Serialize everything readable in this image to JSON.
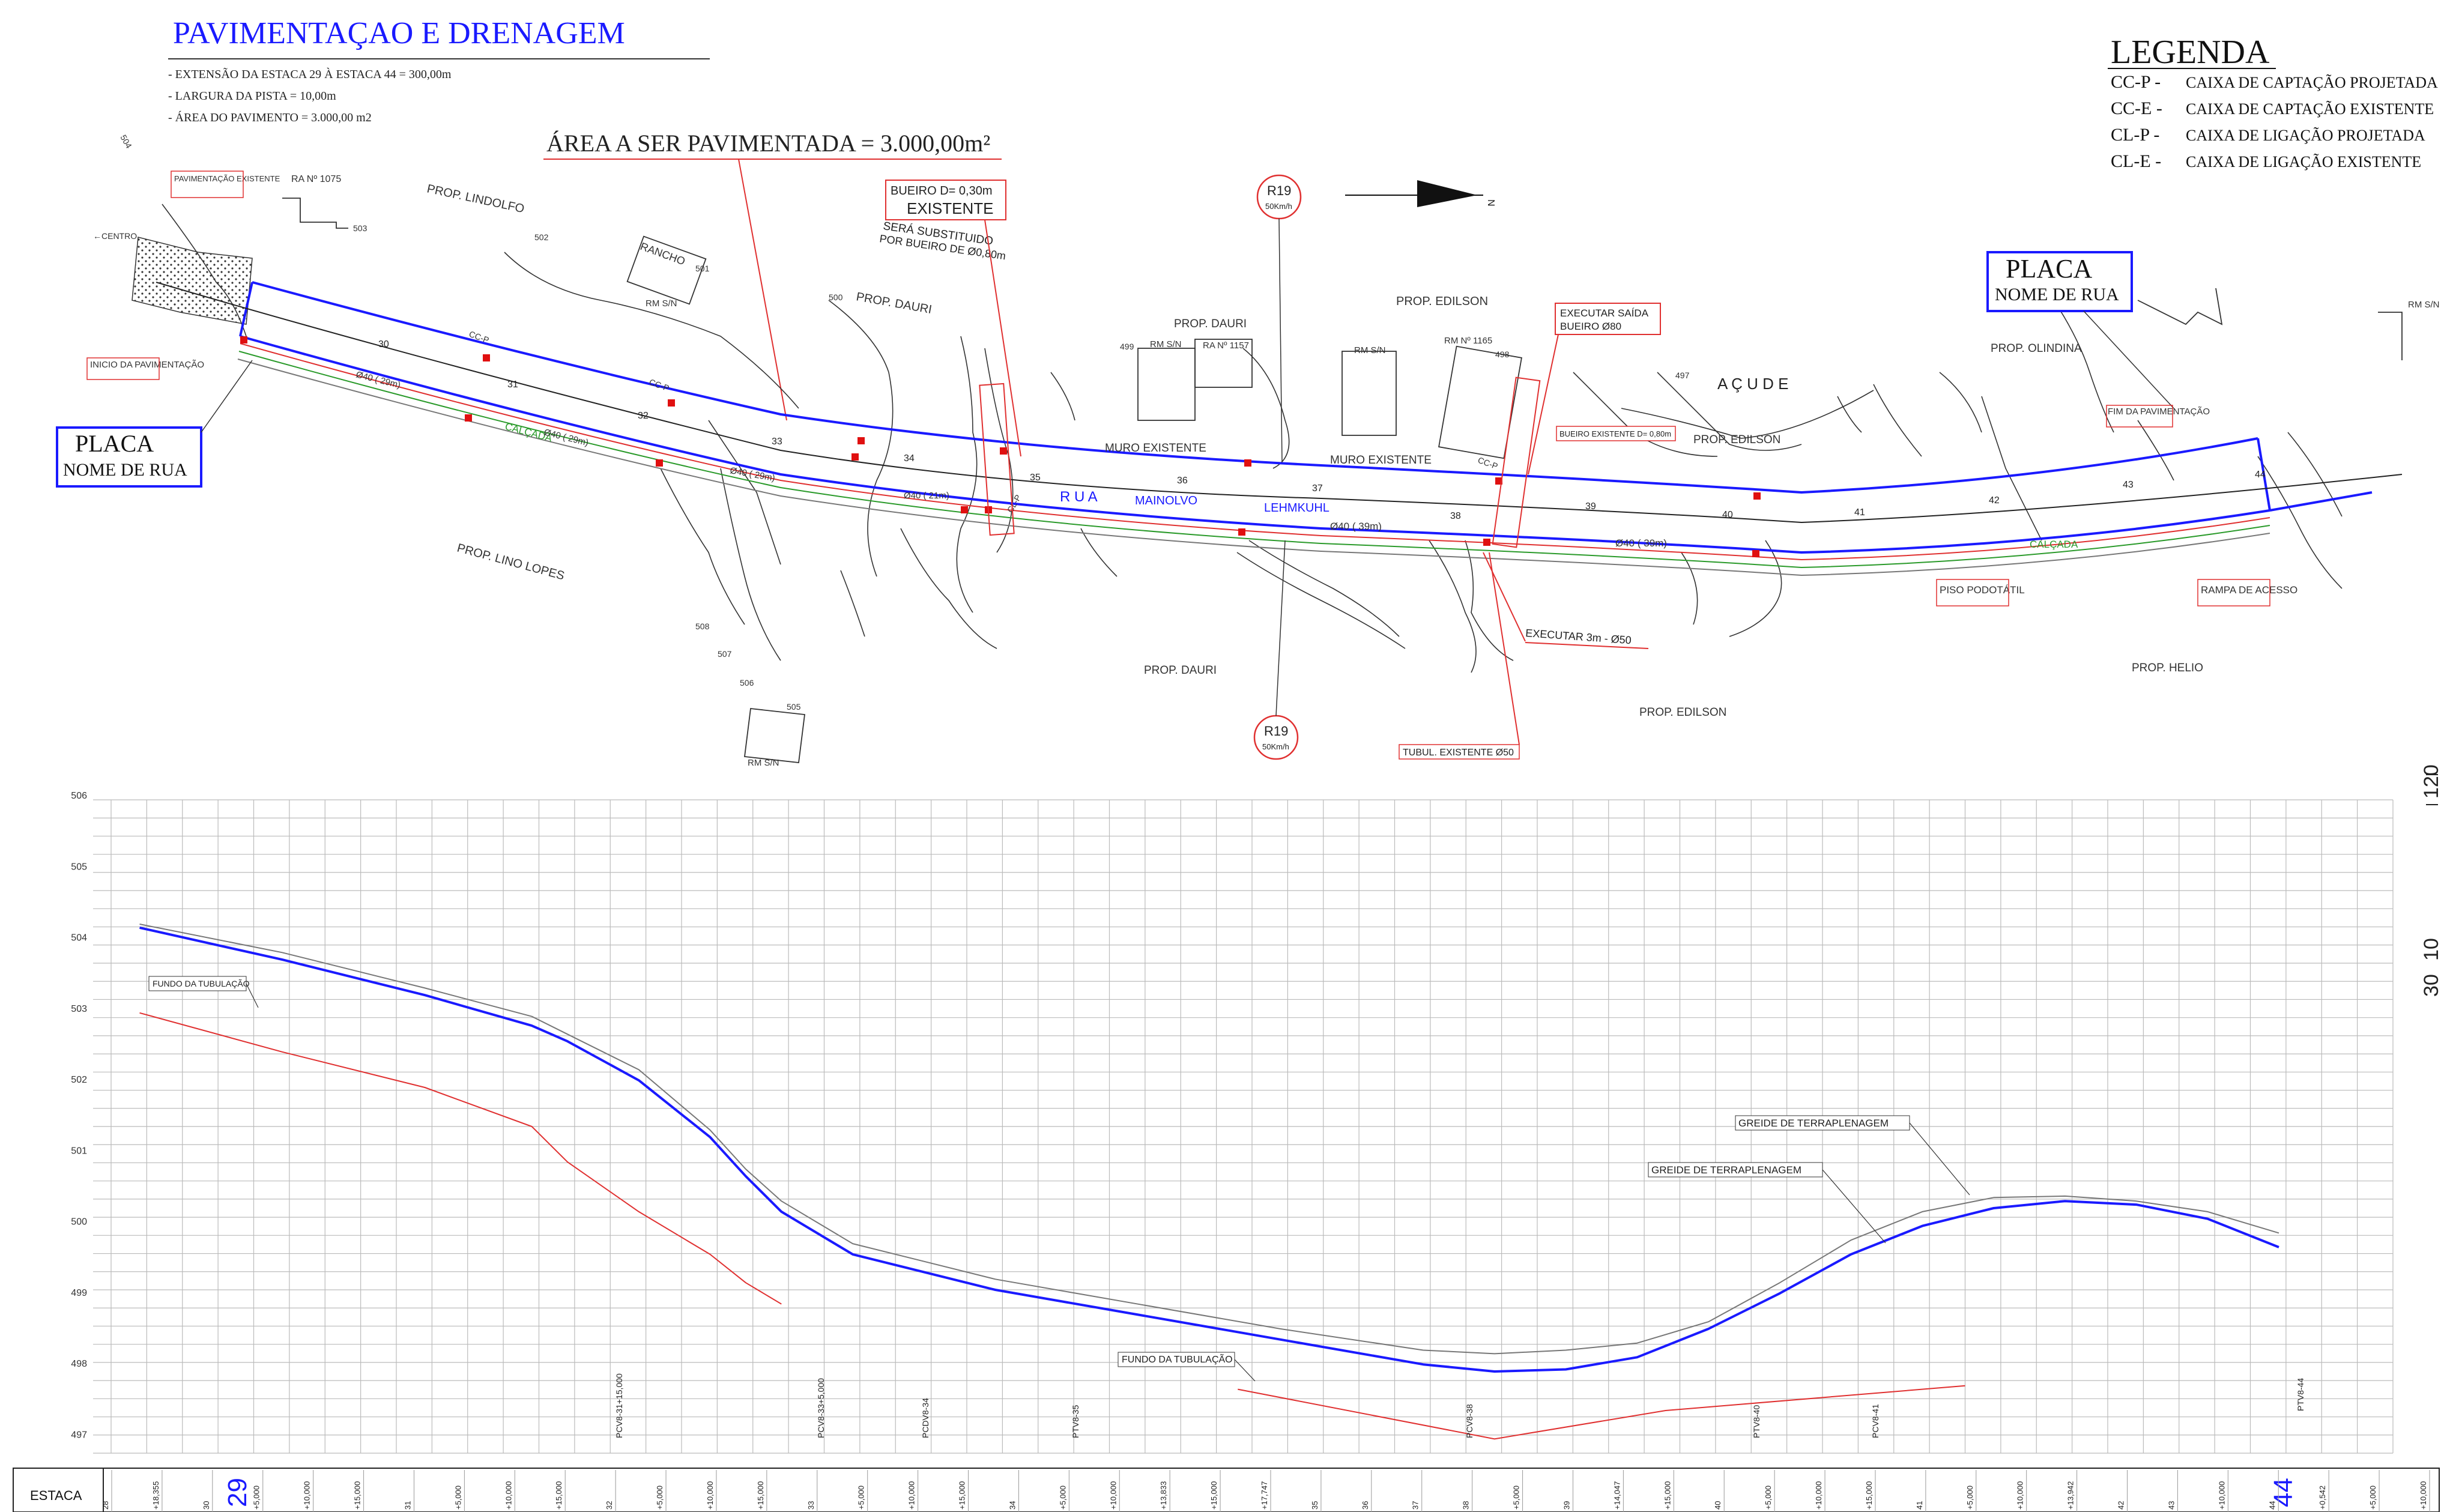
{
  "header": {
    "title": "PAVIMENTAÇAO E DRENAGEM",
    "notes": [
      "- EXTENSÃO DA ESTACA 29 À ESTACA 44 = 300,00m",
      "- LARGURA DA PISTA = 10,00m",
      "- ÁREA DO PAVIMENTO = 3.000,00 m2"
    ],
    "area_label": "ÁREA A SER PAVIMENTADA = 3.000,00m²"
  },
  "legend": {
    "title": "LEGENDA",
    "items": [
      {
        "code": "CC-P -",
        "desc": "CAIXA DE CAPTAÇÃO PROJETADA"
      },
      {
        "code": "CC-E -",
        "desc": "CAIXA DE CAPTAÇÃO EXISTENTE"
      },
      {
        "code": "CL-P -",
        "desc": "CAIXA DE LIGAÇÃO PROJETADA"
      },
      {
        "code": "CL-E -",
        "desc": "CAIXA DE LIGAÇÃO EXISTENTE"
      }
    ]
  },
  "plan": {
    "placa_title": "PLACA",
    "placa_sub": "NOME DE RUA",
    "sign_code": "R19",
    "sign_speed": "50Km/h",
    "north": "N",
    "street_parts": [
      "R U A",
      "MAINOLVO",
      "LEHMKUHL"
    ],
    "acude": "A Ç U D E",
    "labels": {
      "pav_existente": "PAVIMENTAÇÃO EXISTENTE",
      "inicio": "INICIO DA PAVIMENTAÇÃO",
      "fim": "FIM DA PAVIMENTAÇÃO",
      "centro": "←CENTRO",
      "ra1075": "RA Nº 1075",
      "prop_lindolfo": "PROP. LINDOLFO",
      "rancho": "RANCHO",
      "rm_sn": "RM S/N",
      "prop_dauri": "PROP. DAURI",
      "prop_edilson": "PROP. EDILSON",
      "prop_olindina": "PROP. OLINDINA",
      "prop_lino": "PROP. LINO LOPES",
      "prop_helio": "PROP. HELIO",
      "ra1157": "RA Nº 1157",
      "rm1165": "RM Nº 1165",
      "muro": "MURO EXISTENTE",
      "calcada": "CALÇADA",
      "piso": "PISO PODOTÁTIL",
      "rampa": "RAMPA DE ACESSO",
      "bueiro1": "BUEIRO D= 0,30m",
      "bueiro2": "EXISTENTE",
      "bueiro3": "SERÁ SUBSTITUIDO",
      "bueiro4": "POR BUEIRO DE Ø0,80m",
      "executar_saida1": "EXECUTAR SAÍDA",
      "executar_saida2": "BUEIRO Ø80",
      "bueiro_exist": "BUEIRO EXISTENTE D= 0,80m",
      "executar3m": "EXECUTAR 3m - Ø50",
      "tubul": "TUBUL. EXISTENTE Ø50",
      "pipe_d40_29": "Ø40 ( 29m)",
      "pipe_d40_21": "Ø40 ( 21m)",
      "pipe_d40_39": "Ø40 ( 39m)",
      "cc_p": "CC-P",
      "cl_p": "CL-P"
    },
    "stations": [
      "30",
      "31",
      "32",
      "33",
      "34",
      "35",
      "36",
      "37",
      "38",
      "39",
      "40",
      "41",
      "42",
      "43",
      "44"
    ],
    "contour_labels": [
      "504",
      "503",
      "502",
      "501",
      "500",
      "499",
      "498",
      "497",
      "505",
      "506",
      "507",
      "508"
    ]
  },
  "profile": {
    "elevations": [
      "506",
      "505",
      "504",
      "503",
      "502",
      "501",
      "500",
      "499",
      "498",
      "497"
    ],
    "labels": {
      "fundo": "FUNDO DA TUBULAÇÃO",
      "greide": "GREIDE DE TERRAPLENAGEM"
    },
    "vertical_labels": [
      "PCV8-31+15,000",
      "PCV8-33+5,000",
      "PCDV8-34",
      "PTV8-35",
      "PCV8-38",
      "PTV8-40",
      "PCV8-41",
      "PTV8-44"
    ],
    "scale": [
      "120",
      "30",
      "10"
    ],
    "estaca_label": "ESTACA",
    "estaca_start": "29",
    "estaca_end": "44",
    "estaca_ticks": [
      "28",
      "+18,355",
      "30",
      "+5,000",
      "+10,000",
      "+15,000",
      "31",
      "+5,000",
      "+10,000",
      "+15,000",
      "32",
      "+5,000",
      "+10,000",
      "+15,000",
      "33",
      "+5,000",
      "+10,000",
      "+15,000",
      "34",
      "+5,000",
      "+10,000",
      "+13,833",
      "+15,000",
      "+17,747",
      "35",
      "36",
      "37",
      "38",
      "+5,000",
      "39",
      "+14,047",
      "+15,000",
      "40",
      "+5,000",
      "+10,000",
      "+15,000",
      "41",
      "+5,000",
      "+10,000",
      "+13,942",
      "42",
      "43",
      "+10,000",
      "44",
      "+0,542",
      "+5,000",
      "+10,000"
    ]
  },
  "chart_data": {
    "type": "line",
    "title": "",
    "xlabel": "ESTACA",
    "ylabel": "",
    "ylim": [
      497,
      506
    ],
    "x": [
      29,
      30,
      31,
      31.75,
      32,
      32.5,
      33,
      33.25,
      33.5,
      34,
      35,
      36,
      37,
      38,
      38.5,
      39,
      39.5,
      40,
      40.5,
      41,
      41.5,
      42,
      42.5,
      43,
      43.5,
      44
    ],
    "series": [
      {
        "name": "greide",
        "values": [
          504.2,
          503.75,
          503.25,
          502.82,
          502.6,
          502.05,
          501.25,
          500.7,
          500.2,
          499.6,
          499.1,
          498.75,
          498.4,
          498.05,
          497.95,
          497.98,
          498.15,
          498.55,
          499.05,
          499.6,
          500.0,
          500.25,
          500.35,
          500.3,
          500.1,
          499.7
        ]
      },
      {
        "name": "terreno",
        "values": [
          504.25,
          503.85,
          503.35,
          502.95,
          502.7,
          502.2,
          501.35,
          500.8,
          500.35,
          499.75,
          499.25,
          498.9,
          498.55,
          498.25,
          498.2,
          498.25,
          498.35,
          498.65,
          499.2,
          499.8,
          500.2,
          500.4,
          500.42,
          500.35,
          500.2,
          499.9
        ]
      },
      {
        "name": "fundo",
        "values": [
          503.0,
          502.45,
          501.95,
          501.4,
          500.9,
          500.2,
          499.6,
          499.2,
          498.9,
          null,
          null,
          null,
          null,
          null,
          null,
          null,
          null,
          null,
          null,
          null,
          null,
          null,
          null,
          null,
          null,
          null
        ]
      }
    ]
  }
}
